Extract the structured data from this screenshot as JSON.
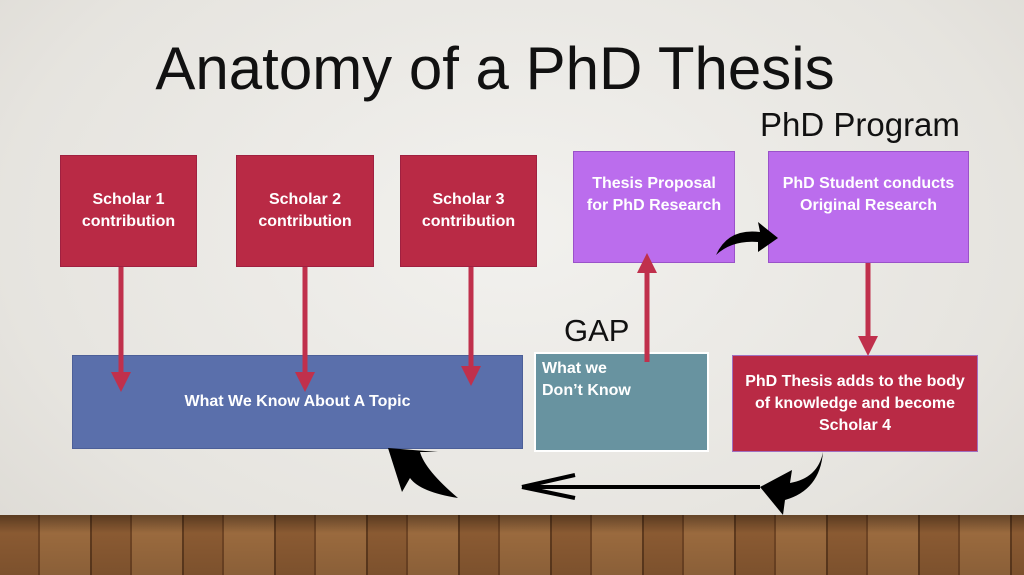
{
  "title": "Anatomy of a PhD Thesis",
  "program_label": "PhD Program",
  "gap_label": "GAP",
  "boxes": {
    "scholar1": "Scholar 1 contribution",
    "scholar2": "Scholar 2 contribution",
    "scholar3": "Scholar 3 contribution",
    "proposal": "Thesis Proposal for PhD Research",
    "research": "PhD Student conducts Original Research",
    "known": "What We Know About A Topic",
    "unknown": "What we Don’t Know",
    "thesis": "PhD Thesis adds to the body of knowledge and become Scholar 4"
  },
  "colors": {
    "scholar": "#b92a45",
    "program": "#bb6ded",
    "known": "#5a6fab",
    "unknown": "#6893a0",
    "arrow": "#c0304c"
  }
}
